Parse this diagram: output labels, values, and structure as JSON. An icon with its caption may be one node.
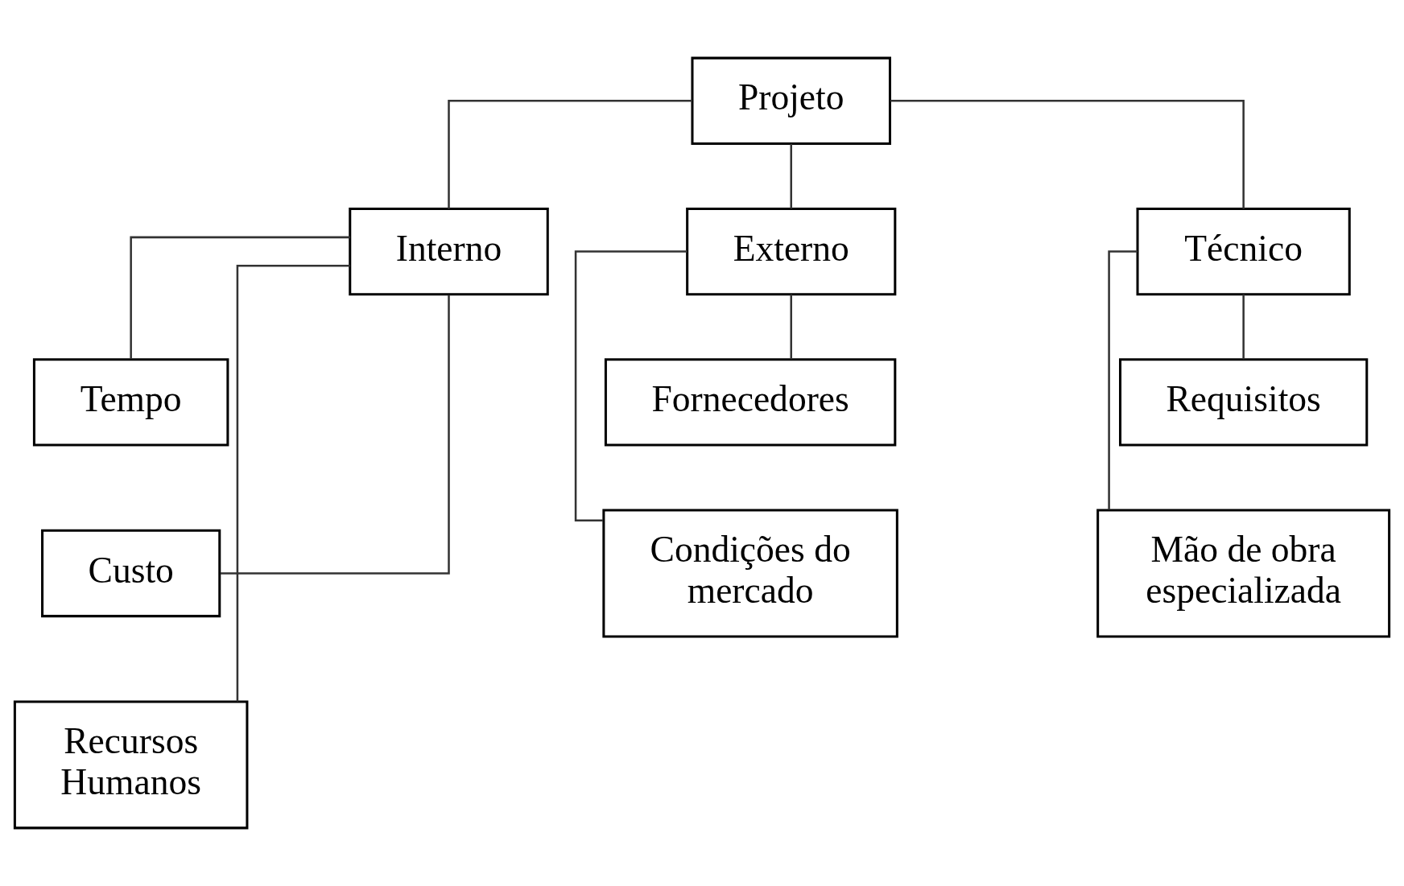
{
  "diagram": {
    "nodes": [
      {
        "text": [
          "Projeto"
        ]
      },
      {
        "text": [
          "Interno"
        ]
      },
      {
        "text": [
          "Externo"
        ]
      },
      {
        "text": [
          "Técnico"
        ]
      },
      {
        "text": [
          "Tempo"
        ]
      },
      {
        "text": [
          "Custo"
        ]
      },
      {
        "text": [
          "Recursos Humanos"
        ]
      },
      {
        "text": [
          "Fornecedores"
        ]
      },
      {
        "text": [
          "Condições do mercado"
        ]
      },
      {
        "text": [
          "Requisitos"
        ]
      },
      {
        "text": [
          "Mão de obra especializada"
        ]
      }
    ],
    "edges": [
      {
        "from": 0,
        "to": 1,
        "arrow": "none"
      },
      {
        "from": 0,
        "to": 2,
        "arrow": "none"
      },
      {
        "from": 0,
        "to": 3,
        "arrow": "none"
      },
      {
        "from": 1,
        "to": 4,
        "arrow": "none"
      },
      {
        "from": 1,
        "to": 5,
        "arrow": "none"
      },
      {
        "from": 1,
        "to": 6,
        "arrow": "none"
      },
      {
        "from": 2,
        "to": 7,
        "arrow": "none"
      },
      {
        "from": 2,
        "to": 8,
        "arrow": "none"
      },
      {
        "from": 3,
        "to": 9,
        "arrow": "none"
      },
      {
        "from": 3,
        "to": 10,
        "arrow": "none"
      }
    ]
  }
}
